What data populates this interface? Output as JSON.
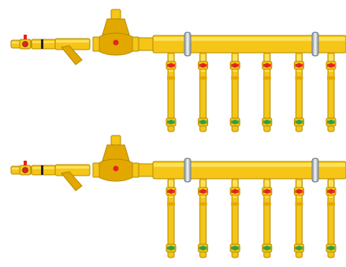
{
  "colors": {
    "pipe": "#f5c518",
    "pipe_stroke": "#b58a00",
    "pipe_highlight": "#ffe76a",
    "gold_body": "#e2a800",
    "red_valve": "#e0261b",
    "green_valve": "#2f9e44",
    "clamp_gray": "#a9b3bd",
    "clamp_stroke": "#6d7782",
    "dark_band": "#222222"
  },
  "assemblies": [
    {
      "id": "top-manifold-assembly",
      "main_valve_icon": "red-ball-valve-icon",
      "strainer_icon": "y-strainer-icon",
      "regulator_icon": "pressure-regulator-icon",
      "clamp_icon": "pipe-clamp-icon",
      "branch_count": 6,
      "branch_top_valve_color": "red",
      "branch_bottom_valve_color": "green"
    },
    {
      "id": "bottom-manifold-assembly",
      "main_valve_icon": "red-ball-valve-icon",
      "strainer_icon": "y-strainer-icon",
      "regulator_icon": "pressure-regulator-icon",
      "clamp_icon": "pipe-clamp-icon",
      "branch_count": 6,
      "branch_top_valve_color": "red",
      "branch_bottom_valve_color": "green"
    }
  ]
}
